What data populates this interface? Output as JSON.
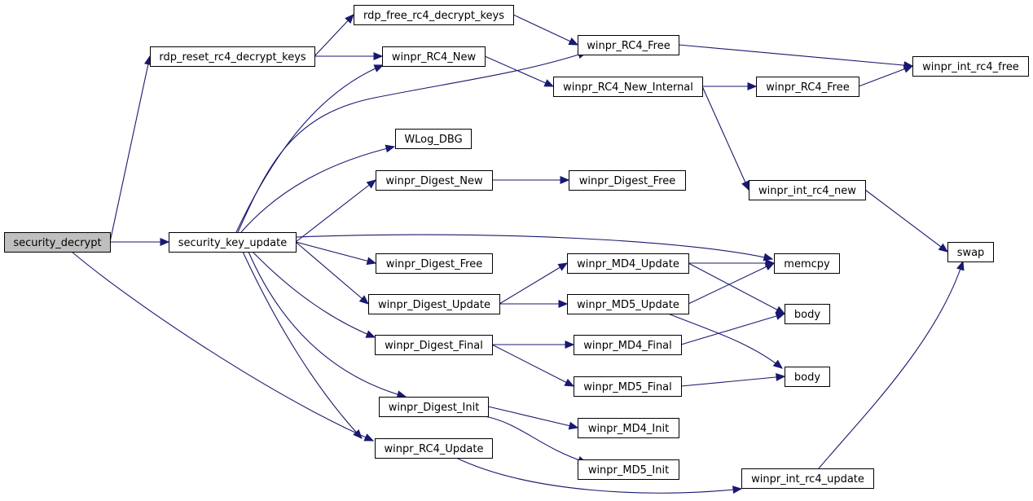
{
  "diagram": {
    "type": "call-graph",
    "edge_color": "#191970",
    "root_fill": "#bfbfbf",
    "nodes": [
      {
        "id": "security_decrypt",
        "label": "security_decrypt",
        "root": true
      },
      {
        "id": "rdp_reset_rc4_decrypt_keys",
        "label": "rdp_reset_rc4_decrypt_keys"
      },
      {
        "id": "rdp_free_rc4_decrypt_keys",
        "label": "rdp_free_rc4_decrypt_keys"
      },
      {
        "id": "security_key_update",
        "label": "security_key_update"
      },
      {
        "id": "winpr_RC4_New",
        "label": "winpr_RC4_New"
      },
      {
        "id": "winpr_RC4_Free_a",
        "label": "winpr_RC4_Free"
      },
      {
        "id": "winpr_RC4_New_Internal",
        "label": "winpr_RC4_New_Internal"
      },
      {
        "id": "winpr_RC4_Free_b",
        "label": "winpr_RC4_Free"
      },
      {
        "id": "winpr_int_rc4_free",
        "label": "winpr_int_rc4_free"
      },
      {
        "id": "WLog_DBG",
        "label": "WLog_DBG"
      },
      {
        "id": "winpr_Digest_New",
        "label": "winpr_Digest_New"
      },
      {
        "id": "winpr_Digest_Free_a",
        "label": "winpr_Digest_Free"
      },
      {
        "id": "winpr_int_rc4_new",
        "label": "winpr_int_rc4_new"
      },
      {
        "id": "swap",
        "label": "swap"
      },
      {
        "id": "memcpy",
        "label": "memcpy"
      },
      {
        "id": "winpr_Digest_Free_b",
        "label": "winpr_Digest_Free"
      },
      {
        "id": "winpr_MD4_Update",
        "label": "winpr_MD4_Update"
      },
      {
        "id": "winpr_Digest_Update",
        "label": "winpr_Digest_Update"
      },
      {
        "id": "winpr_MD5_Update",
        "label": "winpr_MD5_Update"
      },
      {
        "id": "body_a",
        "label": "body"
      },
      {
        "id": "winpr_Digest_Final",
        "label": "winpr_Digest_Final"
      },
      {
        "id": "winpr_MD4_Final",
        "label": "winpr_MD4_Final"
      },
      {
        "id": "body_b",
        "label": "body"
      },
      {
        "id": "winpr_MD5_Final",
        "label": "winpr_MD5_Final"
      },
      {
        "id": "winpr_Digest_Init",
        "label": "winpr_Digest_Init"
      },
      {
        "id": "winpr_MD4_Init",
        "label": "winpr_MD4_Init"
      },
      {
        "id": "winpr_RC4_Update",
        "label": "winpr_RC4_Update"
      },
      {
        "id": "winpr_MD5_Init",
        "label": "winpr_MD5_Init"
      },
      {
        "id": "winpr_int_rc4_update",
        "label": "winpr_int_rc4_update"
      }
    ],
    "edges": [
      {
        "from": "security_decrypt",
        "to": "rdp_reset_rc4_decrypt_keys"
      },
      {
        "from": "security_decrypt",
        "to": "security_key_update"
      },
      {
        "from": "security_decrypt",
        "to": "winpr_RC4_Update"
      },
      {
        "from": "rdp_reset_rc4_decrypt_keys",
        "to": "rdp_free_rc4_decrypt_keys"
      },
      {
        "from": "rdp_reset_rc4_decrypt_keys",
        "to": "winpr_RC4_New"
      },
      {
        "from": "rdp_free_rc4_decrypt_keys",
        "to": "winpr_RC4_Free_a"
      },
      {
        "from": "winpr_RC4_Free_a",
        "to": "winpr_int_rc4_free"
      },
      {
        "from": "winpr_RC4_New",
        "to": "winpr_RC4_New_Internal"
      },
      {
        "from": "winpr_RC4_New_Internal",
        "to": "winpr_RC4_Free_b"
      },
      {
        "from": "winpr_RC4_New_Internal",
        "to": "winpr_int_rc4_new"
      },
      {
        "from": "winpr_RC4_Free_b",
        "to": "winpr_int_rc4_free"
      },
      {
        "from": "winpr_int_rc4_new",
        "to": "swap"
      },
      {
        "from": "security_key_update",
        "to": "winpr_RC4_New"
      },
      {
        "from": "security_key_update",
        "to": "winpr_RC4_Free_a"
      },
      {
        "from": "security_key_update",
        "to": "WLog_DBG"
      },
      {
        "from": "security_key_update",
        "to": "winpr_Digest_New"
      },
      {
        "from": "security_key_update",
        "to": "memcpy"
      },
      {
        "from": "security_key_update",
        "to": "winpr_Digest_Free_b"
      },
      {
        "from": "security_key_update",
        "to": "winpr_Digest_Update"
      },
      {
        "from": "security_key_update",
        "to": "winpr_Digest_Final"
      },
      {
        "from": "security_key_update",
        "to": "winpr_Digest_Init"
      },
      {
        "from": "security_key_update",
        "to": "winpr_RC4_Update"
      },
      {
        "from": "winpr_Digest_New",
        "to": "winpr_Digest_Free_a"
      },
      {
        "from": "winpr_Digest_Update",
        "to": "winpr_MD4_Update"
      },
      {
        "from": "winpr_Digest_Update",
        "to": "winpr_MD5_Update"
      },
      {
        "from": "winpr_MD4_Update",
        "to": "memcpy"
      },
      {
        "from": "winpr_MD4_Update",
        "to": "body_a"
      },
      {
        "from": "winpr_MD5_Update",
        "to": "memcpy"
      },
      {
        "from": "winpr_MD5_Update",
        "to": "body_b"
      },
      {
        "from": "winpr_Digest_Final",
        "to": "winpr_MD4_Final"
      },
      {
        "from": "winpr_Digest_Final",
        "to": "winpr_MD5_Final"
      },
      {
        "from": "winpr_MD4_Final",
        "to": "body_a"
      },
      {
        "from": "winpr_MD5_Final",
        "to": "body_b"
      },
      {
        "from": "winpr_Digest_Init",
        "to": "winpr_MD4_Init"
      },
      {
        "from": "winpr_Digest_Init",
        "to": "winpr_MD5_Init"
      },
      {
        "from": "winpr_RC4_Update",
        "to": "winpr_int_rc4_update"
      },
      {
        "from": "winpr_int_rc4_update",
        "to": "swap"
      }
    ]
  }
}
